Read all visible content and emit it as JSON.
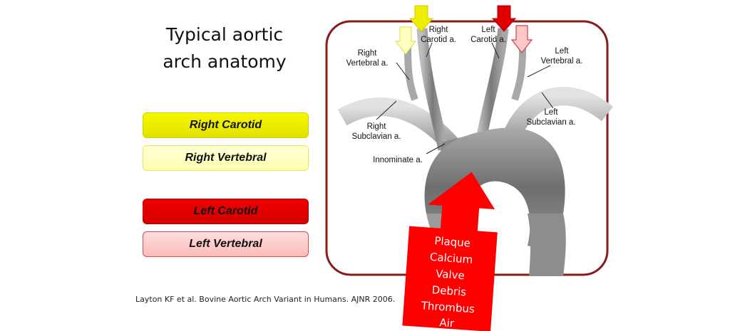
{
  "title": {
    "line1": "Typical aortic",
    "line2": "arch anatomy"
  },
  "legend": [
    {
      "label": "Right Carotid",
      "color": "#eeee00"
    },
    {
      "label": "Right Vertebral",
      "color": "#ffffc0"
    },
    {
      "label": "Left Carotid",
      "color": "#e00000"
    },
    {
      "label": "Left Vertebral",
      "color": "#fcc8c8"
    }
  ],
  "anatomy_labels": {
    "right_carotid": [
      "Right",
      "Carotid a."
    ],
    "left_carotid": [
      "Left",
      "Carotid a."
    ],
    "right_vertebral": [
      "Right",
      "Vertebral a."
    ],
    "left_vertebral": [
      "Left",
      "Vertebral a."
    ],
    "right_subclavian": [
      "Right",
      "Subclavian a."
    ],
    "left_subclavian": [
      "Left",
      "Subclavian a."
    ],
    "innominate": "Innominate a."
  },
  "embolic_sources": [
    "Plaque",
    "Calcium",
    "Valve",
    "Debris",
    "Thrombus",
    "Air"
  ],
  "citation": "Layton KF et al. Bovine Aortic Arch Variant in Humans. AJNR 2006.",
  "colors": {
    "frame": "#8b1a1a",
    "arrow_red": "#ff0000",
    "vessel_gray": "#8a8a8a"
  }
}
